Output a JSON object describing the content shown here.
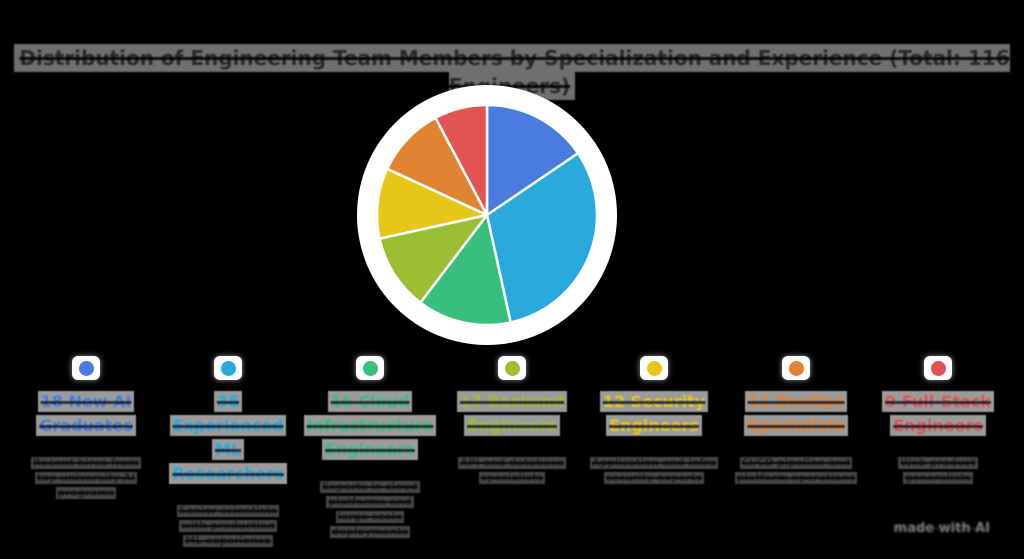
{
  "title": "Distribution of Engineering Team Members by Specialization and Experience (Total: 116 Engineers)",
  "watermark": "made with AI",
  "theme": {
    "bg": "#000000",
    "title-text": "#2A2A2A",
    "title-band": "#6F6F6F",
    "label-band": "#9B9B9B",
    "subtext": "#232323",
    "subtext-band": "#474747",
    "watermark": "#848484"
  },
  "chart_data": {
    "type": "pie",
    "title": "Distribution of Engineering Team Members by Specialization and Experience (Total: 116 Engineers)",
    "categories": [
      "18 New AI Graduates",
      "36 Experienced ML Researchers",
      "16 Cloud Infrastructure Engineers",
      "13 Backend Engineers",
      "12 Security Engineers",
      "12 DevOps Specialists",
      "9 Full-Stack Engineers"
    ],
    "values": [
      18,
      36,
      16,
      13,
      12,
      12,
      9
    ],
    "total": 116,
    "colors": [
      "#4A7CE0",
      "#29A9DC",
      "#38BE7D",
      "#9CBE33",
      "#E6C717",
      "#E08332",
      "#E25354"
    ],
    "slice_stroke": "#FFFFFF",
    "start_angle_deg": -90,
    "direction": "clockwise",
    "legend_position": "bottom"
  },
  "legend": {
    "items": [
      {
        "label": "18 New AI\nGraduates",
        "color": "#4A7CE0",
        "subtext": "Recent hires from\ntop university AI\nprograms"
      },
      {
        "label": "36 Experienced\nML\nResearchers",
        "color": "#29A9DC",
        "subtext": "Senior scientists\nwith production\nML experience"
      },
      {
        "label": "16 Cloud\nInfrastructure\nEngineers",
        "color": "#38BE7D",
        "subtext": "Experts in cloud\nplatforms and\nlarge scale\ndeployments"
      },
      {
        "label": "13 Backend\nEngineers",
        "color": "#9CBE33",
        "subtext": "API and database\nspecialists"
      },
      {
        "label": "12 Security\nEngineers",
        "color": "#E6C717",
        "subtext": "Application and infra\nsecurity experts"
      },
      {
        "label": "12 DevOps\nSpecialists",
        "color": "#E08332",
        "subtext": "CI/CD pipeline and\nplatform operations"
      },
      {
        "label": "9 Full-Stack\nEngineers",
        "color": "#E25354",
        "subtext": "Web product\ngeneralists"
      }
    ]
  }
}
